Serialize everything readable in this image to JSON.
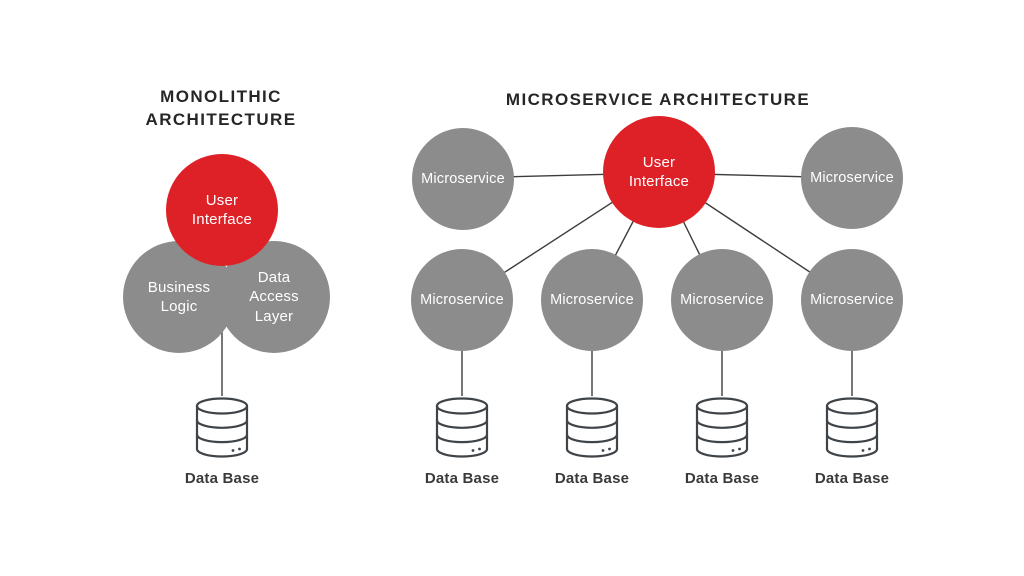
{
  "diagram": {
    "monolithic": {
      "title_line1": "MONOLITHIC",
      "title_line2": "ARCHITECTURE",
      "user_interface_label": "User Interface",
      "business_logic_label": "Business Logic",
      "data_access_layer_label": "Data Access Layer",
      "database_label": "Data Base"
    },
    "microservice": {
      "title": "MICROSERVICE ARCHITECTURE",
      "user_interface_label": "User Interface",
      "top_microservices": [
        "Microservice",
        "Microservice"
      ],
      "bottom_microservices": [
        "Microservice",
        "Microservice",
        "Microservice",
        "Microservice"
      ],
      "database_labels": [
        "Data Base",
        "Data Base",
        "Data Base",
        "Data Base"
      ]
    }
  },
  "colors": {
    "accent_red": "#DE2127",
    "node_gray": "#8C8C8C",
    "node_text": "#FFFFFF",
    "title_text": "#262626",
    "label_text": "#3A3A3A",
    "connector": "#3D3D3D",
    "database_stroke": "#3F4449",
    "background": "#FFFFFF"
  }
}
